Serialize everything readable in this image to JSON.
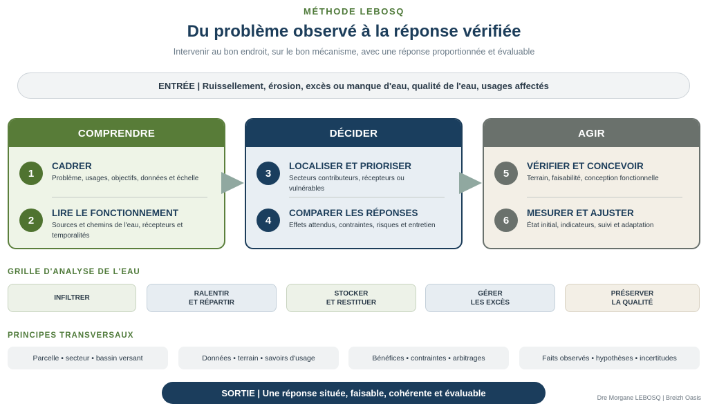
{
  "header": {
    "kicker": "MÉTHODE LEBOSQ",
    "title": "Du problème observé à la réponse vérifiée",
    "subtitle": "Intervenir au bon endroit, sur le bon mécanisme, avec une réponse proportionnée et évaluable"
  },
  "entry": "ENTRÉE | Ruissellement, érosion, excès ou manque d'eau, qualité de l'eau, usages affectés",
  "columns": [
    {
      "title": "COMPRENDRE",
      "color": "#587c38",
      "steps": [
        {
          "num": "1",
          "title": "CADRER",
          "desc": "Problème, usages, objectifs, données et échelle"
        },
        {
          "num": "2",
          "title": "LIRE LE FONCTIONNEMENT",
          "desc": "Sources et chemins de l'eau, récepteurs et temporalités"
        }
      ]
    },
    {
      "title": "DÉCIDER",
      "color": "#1a3e5e",
      "steps": [
        {
          "num": "3",
          "title": "LOCALISER ET PRIORISER",
          "desc": "Secteurs contributeurs, récepteurs ou vulnérables"
        },
        {
          "num": "4",
          "title": "COMPARER LES RÉPONSES",
          "desc": "Effets attendus, contraintes, risques et entretien"
        }
      ]
    },
    {
      "title": "AGIR",
      "color": "#6a716c",
      "steps": [
        {
          "num": "5",
          "title": "VÉRIFIER ET CONCEVOIR",
          "desc": "Terrain, faisabilité, conception fonctionnelle"
        },
        {
          "num": "6",
          "title": "MESURER ET AJUSTER",
          "desc": "État initial, indicateurs, suivi et adaptation"
        }
      ]
    }
  ],
  "grid": {
    "label": "GRILLE D'ANALYSE DE L'EAU",
    "items": [
      {
        "line1": "INFILTRER",
        "line2": ""
      },
      {
        "line1": "RALENTIR",
        "line2": "ET RÉPARTIR"
      },
      {
        "line1": "STOCKER",
        "line2": "ET RESTITUER"
      },
      {
        "line1": "GÉRER",
        "line2": "LES EXCÈS"
      },
      {
        "line1": "PRÉSERVER",
        "line2": "LA QUALITÉ"
      }
    ]
  },
  "principles": {
    "label": "PRINCIPES TRANSVERSAUX",
    "items": [
      "Parcelle • secteur • bassin versant",
      "Données • terrain • savoirs d'usage",
      "Bénéfices • contraintes • arbitrages",
      "Faits observés • hypothèses • incertitudes"
    ]
  },
  "exit": "SORTIE | Une réponse située, faisable, cohérente et évaluable",
  "credit": "Dre Morgane LEBOSQ | Breizh Oasis"
}
